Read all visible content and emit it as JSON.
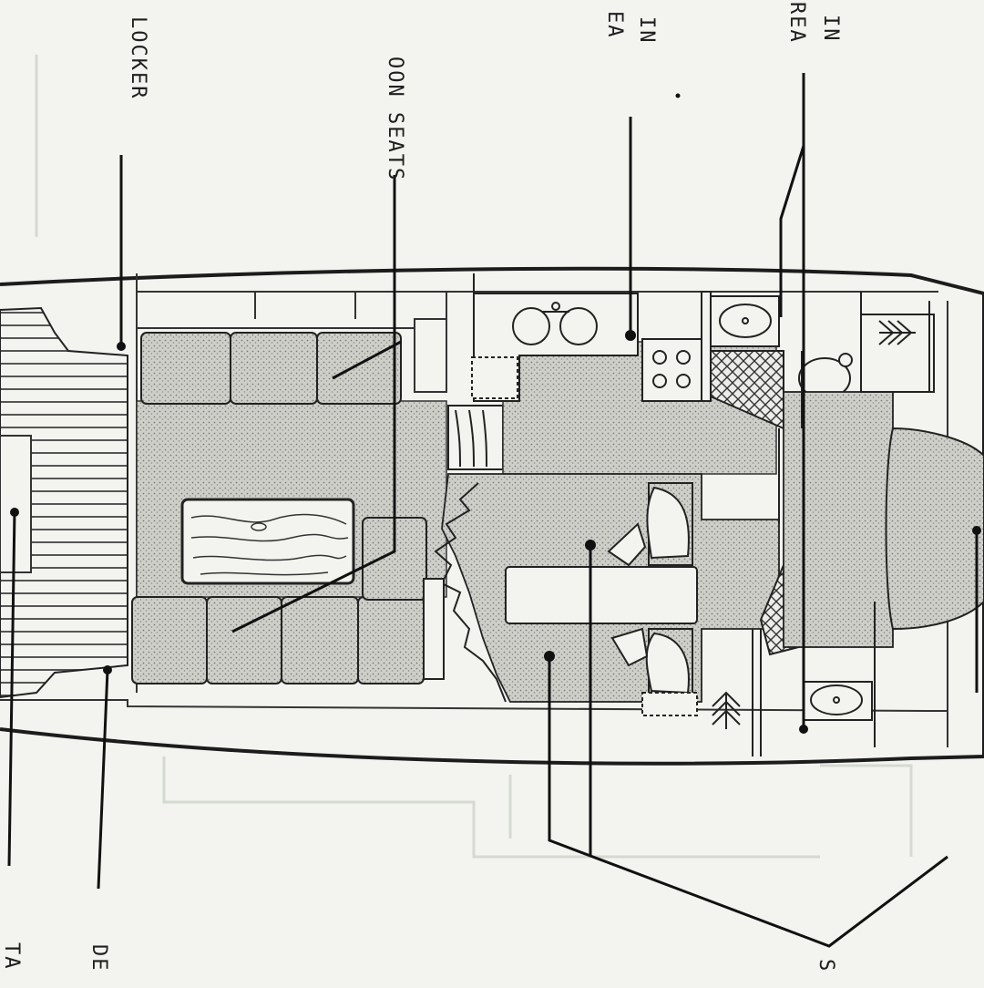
{
  "colors": {
    "paper": "#f3f3ef",
    "ink": "#1c1c1c",
    "stipple": "#8c8c88",
    "ghost": "#d4d6d0"
  },
  "labels": {
    "top_right_a": "IN",
    "top_right_b": "REA",
    "top_mid_a": "IN",
    "top_mid_b": "EA",
    "saloon_seats": "OON SEATS",
    "locker": "LOCKER",
    "bottom_right": "S",
    "bottom_de": "DE",
    "bottom_ta": "TA"
  }
}
